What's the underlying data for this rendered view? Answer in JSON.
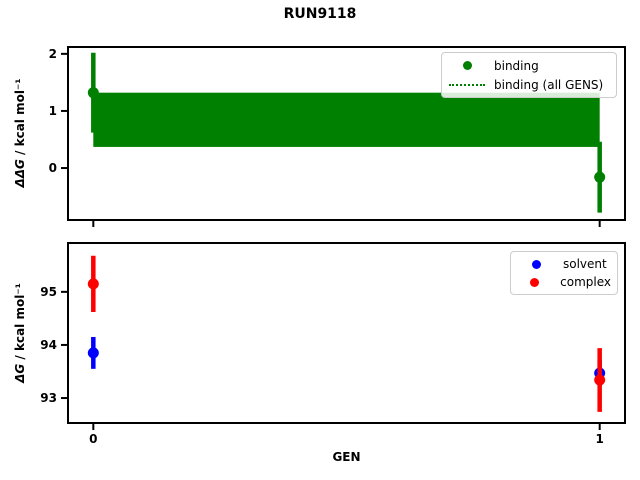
{
  "figure": {
    "title": "RUN9118",
    "background": "#ffffff"
  },
  "chart_data": [
    {
      "type": "scatter",
      "panel": "top",
      "ylabel": "ΔΔG / kcal mol⁻¹",
      "ylabel_math": "ΔΔG",
      "ylabel_rest": " / kcal mol⁻¹",
      "xlabel": "",
      "xlim": [
        -0.05,
        1.05
      ],
      "ylim": [
        -0.91,
        2.12
      ],
      "grid": false,
      "xticks": {
        "values": [
          0,
          1
        ],
        "labels": [
          "",
          ""
        ]
      },
      "yticks": {
        "values": [
          0,
          1,
          2
        ],
        "labels": [
          "0",
          "1",
          "2"
        ]
      },
      "series": [
        {
          "name": "binding",
          "color": "#008000",
          "marker": "o",
          "points": [
            {
              "x": 0,
              "y": 1.32,
              "yerr": 0.7
            },
            {
              "x": 1,
              "y": -0.16,
              "yerr": 0.62
            }
          ]
        }
      ],
      "band": {
        "name": "binding (all GENS)",
        "color": "#008000",
        "line_style": "dotted",
        "xmin": 0,
        "xmax": 1,
        "ymin": 0.37,
        "ymax": 1.32
      },
      "legend": {
        "position": "upper right",
        "entries": [
          {
            "label": "binding",
            "marker": "dot",
            "color": "#008000"
          },
          {
            "label": "binding (all GENS)",
            "marker": "dotted-line",
            "color": "#008000"
          }
        ]
      }
    },
    {
      "type": "scatter",
      "panel": "bottom",
      "ylabel": "ΔG / kcal mol⁻¹",
      "ylabel_math": "ΔG",
      "ylabel_rest": " / kcal mol⁻¹",
      "xlabel": "GEN",
      "xlim": [
        -0.05,
        1.05
      ],
      "ylim": [
        92.53,
        95.92
      ],
      "grid": false,
      "xticks": {
        "values": [
          0,
          1
        ],
        "labels": [
          "0",
          "1"
        ]
      },
      "yticks": {
        "values": [
          93,
          94,
          95
        ],
        "labels": [
          "93",
          "94",
          "95"
        ]
      },
      "series": [
        {
          "name": "solvent",
          "color": "#0000ff",
          "marker": "o",
          "points": [
            {
              "x": 0,
              "y": 93.85,
              "yerr": 0.3
            },
            {
              "x": 1,
              "y": 93.47,
              "yerr": 0.24
            }
          ]
        },
        {
          "name": "complex",
          "color": "#ff0000",
          "marker": "o",
          "points": [
            {
              "x": 0,
              "y": 95.15,
              "yerr": 0.53
            },
            {
              "x": 1,
              "y": 93.34,
              "yerr": 0.6
            }
          ]
        }
      ],
      "legend": {
        "position": "upper right",
        "entries": [
          {
            "label": "solvent",
            "marker": "dot",
            "color": "#0000ff"
          },
          {
            "label": "complex",
            "marker": "dot",
            "color": "#ff0000"
          }
        ]
      }
    }
  ]
}
